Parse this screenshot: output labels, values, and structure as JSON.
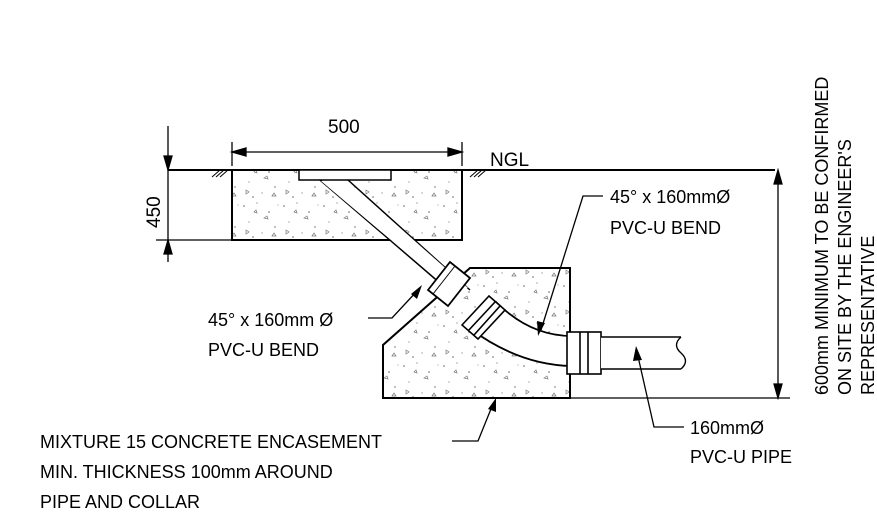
{
  "dimensions": {
    "top_width": "500",
    "slab_height": "450",
    "ground_label": "NGL",
    "depth_note": {
      "line1": "600mm MINIMUM TO BE CONFIRMED",
      "line2": "ON SITE BY THE ENGINEER'S",
      "line3": "REPRESENTATIVE"
    }
  },
  "callouts": {
    "upper_bend": {
      "line1": "45° x 160mmØ",
      "line2": "PVC-U BEND"
    },
    "lower_bend": {
      "line1": "45° x 160mm Ø",
      "line2": "PVC-U BEND"
    },
    "pipe": {
      "line1": "160mmØ",
      "line2": "PVC-U PIPE"
    },
    "encasement": {
      "line1": "MIXTURE 15 CONCRETE ENCASEMENT",
      "line2": "MIN. THICKNESS 100mm AROUND",
      "line3": "PIPE AND COLLAR"
    }
  }
}
